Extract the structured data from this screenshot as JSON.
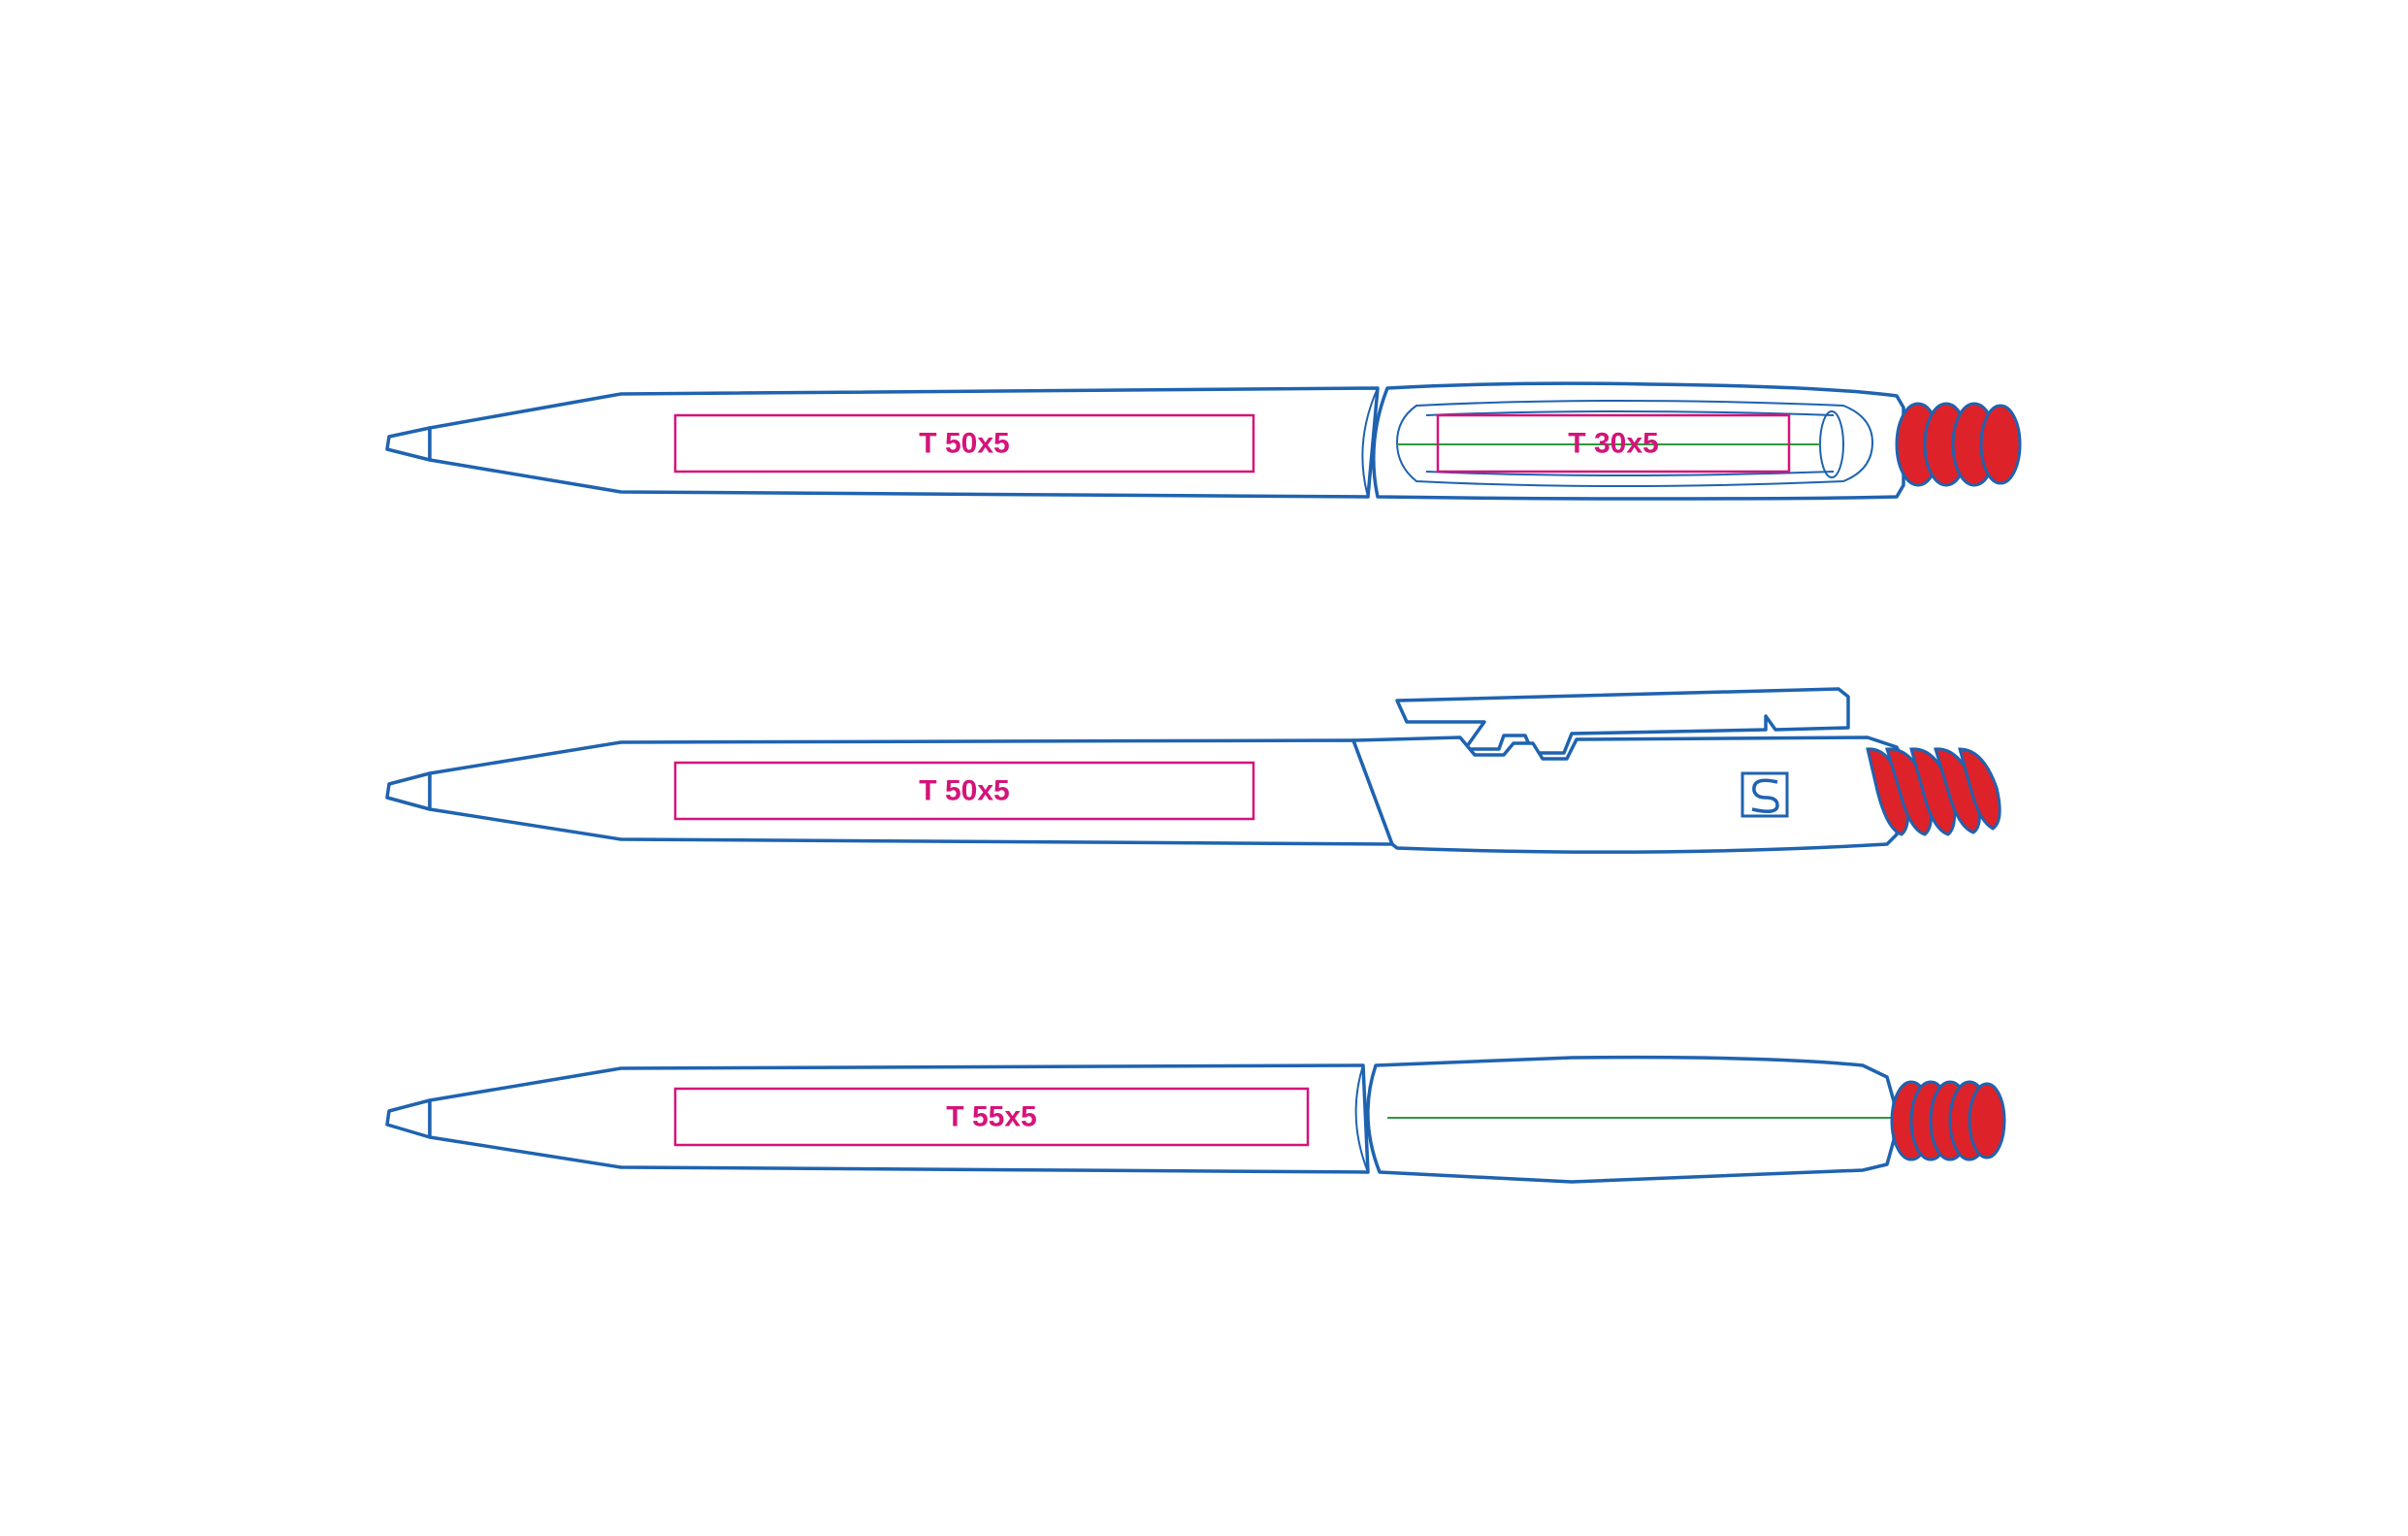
{
  "colors": {
    "outline": "#1f63b0",
    "print_area": "#d4147a",
    "button": "#dd2229",
    "centerline": "#2e9a3e",
    "background": "#ffffff"
  },
  "pens": [
    {
      "view": "front",
      "print_areas": [
        {
          "label": "T 50x5"
        },
        {
          "label": "T 30x5"
        }
      ]
    },
    {
      "view": "side-with-clip",
      "print_areas": [
        {
          "label": "T 50x5"
        }
      ],
      "logo": "s-logo-icon"
    },
    {
      "view": "back",
      "print_areas": [
        {
          "label": "T 55x5"
        }
      ]
    }
  ]
}
